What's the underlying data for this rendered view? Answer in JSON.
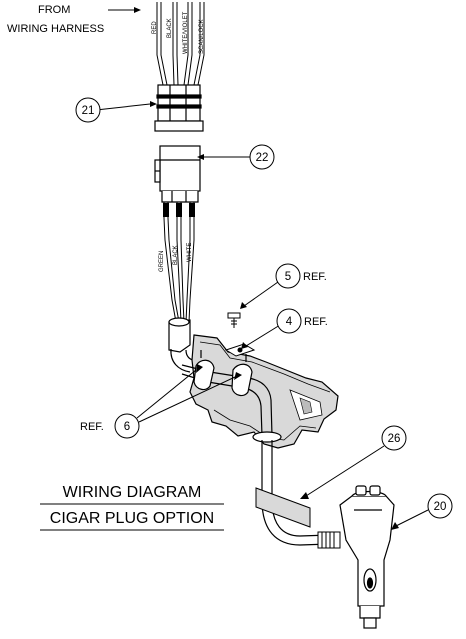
{
  "labels": {
    "from_line1": "FROM",
    "from_line2": "WIRING HARNESS",
    "ref_6": "REF.",
    "ref_5": "REF.",
    "ref_4": "REF."
  },
  "top_wires": [
    "RED",
    "BLACK",
    "WHITE/VIOLET",
    "SCAN/LOCK"
  ],
  "lower_wires": [
    "GREEN",
    "BLACK",
    "WHITE"
  ],
  "callouts": {
    "c21": "21",
    "c22": "22",
    "c5": "5",
    "c4": "4",
    "c6": "6",
    "c26": "26",
    "c20": "20"
  },
  "title": {
    "line1": "WIRING DIAGRAM",
    "line2": "CIGAR PLUG OPTION"
  },
  "colors": {
    "ink": "#000000",
    "background": "#ffffff",
    "shade": "#d9d9d9"
  }
}
